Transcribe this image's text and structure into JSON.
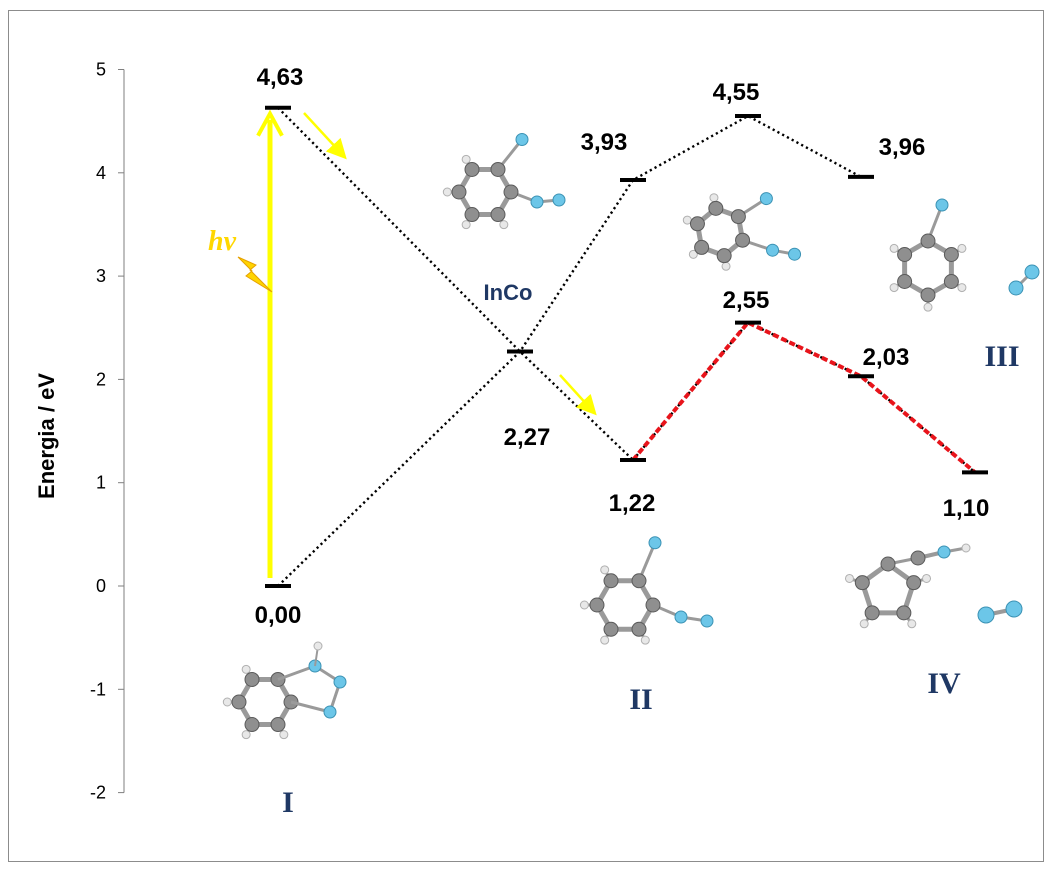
{
  "chart_data": {
    "type": "line",
    "ylabel": "Energia / eV",
    "ylim": [
      -2,
      5
    ],
    "yticks": [
      "5",
      "4",
      "3",
      "2",
      "1",
      "0",
      "-1",
      "-2"
    ],
    "levels": [
      {
        "id": "I",
        "x": 1,
        "y": 0.0,
        "label": "0,00"
      },
      {
        "id": "I*",
        "x": 1,
        "y": 4.63,
        "label": "4,63"
      },
      {
        "id": "InCo",
        "x": 3,
        "y": 2.27,
        "label": "2,27"
      },
      {
        "id": "II",
        "x": 4,
        "y": 1.22,
        "label": "1,22"
      },
      {
        "id": "II*",
        "x": 4,
        "y": 3.93,
        "label": "3,93"
      },
      {
        "id": "TS1",
        "x": 5,
        "y": 4.55,
        "label": "4,55"
      },
      {
        "id": "TS2",
        "x": 5,
        "y": 2.55,
        "label": "2,55"
      },
      {
        "id": "III",
        "x": 6,
        "y": 3.96,
        "label": "3,96"
      },
      {
        "id": "IVa",
        "x": 6,
        "y": 2.03,
        "label": "2,03"
      },
      {
        "id": "IV",
        "x": 7,
        "y": 1.1,
        "label": "1,10"
      }
    ],
    "series": [
      {
        "color": "#000000",
        "style": "dotted",
        "points": [
          [
            1,
            4.63
          ],
          [
            3,
            2.27
          ],
          [
            4,
            1.22
          ]
        ]
      },
      {
        "color": "#000000",
        "style": "dotted",
        "points": [
          [
            1,
            0.0
          ],
          [
            3,
            2.27
          ],
          [
            4,
            3.93
          ],
          [
            5,
            4.55
          ],
          [
            6,
            3.96
          ]
        ]
      },
      {
        "color": "#000000",
        "style": "dotted",
        "points": [
          [
            4,
            1.22
          ],
          [
            5,
            2.55
          ],
          [
            6,
            2.03
          ],
          [
            7,
            1.1
          ]
        ]
      },
      {
        "color": "#e8141b",
        "style": "dashed",
        "points": [
          [
            4,
            1.22
          ],
          [
            5,
            2.55
          ],
          [
            6,
            2.03
          ],
          [
            7,
            1.1
          ]
        ]
      }
    ],
    "annotations": {
      "inco": "InCo",
      "excitation": "hν",
      "structures": [
        "I",
        "II",
        "III",
        "IV"
      ]
    },
    "grid": false,
    "colors": {
      "excitation_arrow": "#ffff00",
      "path_highlight": "#e8141b",
      "structure_labels": "#1f3864"
    }
  }
}
